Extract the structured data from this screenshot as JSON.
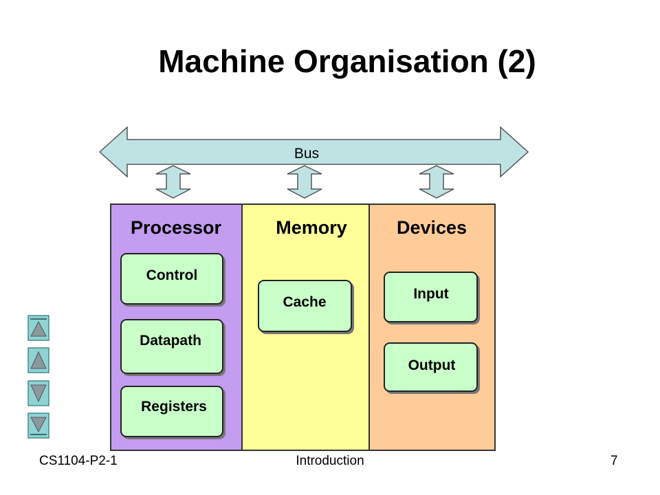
{
  "slide": {
    "title": "Machine Organisation (2)",
    "footer_left": "CS1104-P2-1",
    "footer_center": "Introduction",
    "page_number": "7"
  },
  "bus": {
    "label": "Bus"
  },
  "sections": {
    "processor": {
      "label": "Processor",
      "items": [
        "Control",
        "Datapath",
        "Registers"
      ]
    },
    "memory": {
      "label": "Memory",
      "items": [
        "Cache"
      ]
    },
    "devices": {
      "label": "Devices",
      "items": [
        "Input",
        "Output"
      ]
    }
  },
  "colors": {
    "processor": "#c49cf0",
    "memory": "#ffff9a",
    "devices": "#ffcc99",
    "component_box": "#c9ffc9",
    "bus": "#bfe3e3",
    "nav_button": "#8fd3d3"
  },
  "navigation": {
    "buttons": [
      "first-slide-icon",
      "previous-slide-icon",
      "next-slide-icon",
      "last-slide-icon"
    ]
  }
}
